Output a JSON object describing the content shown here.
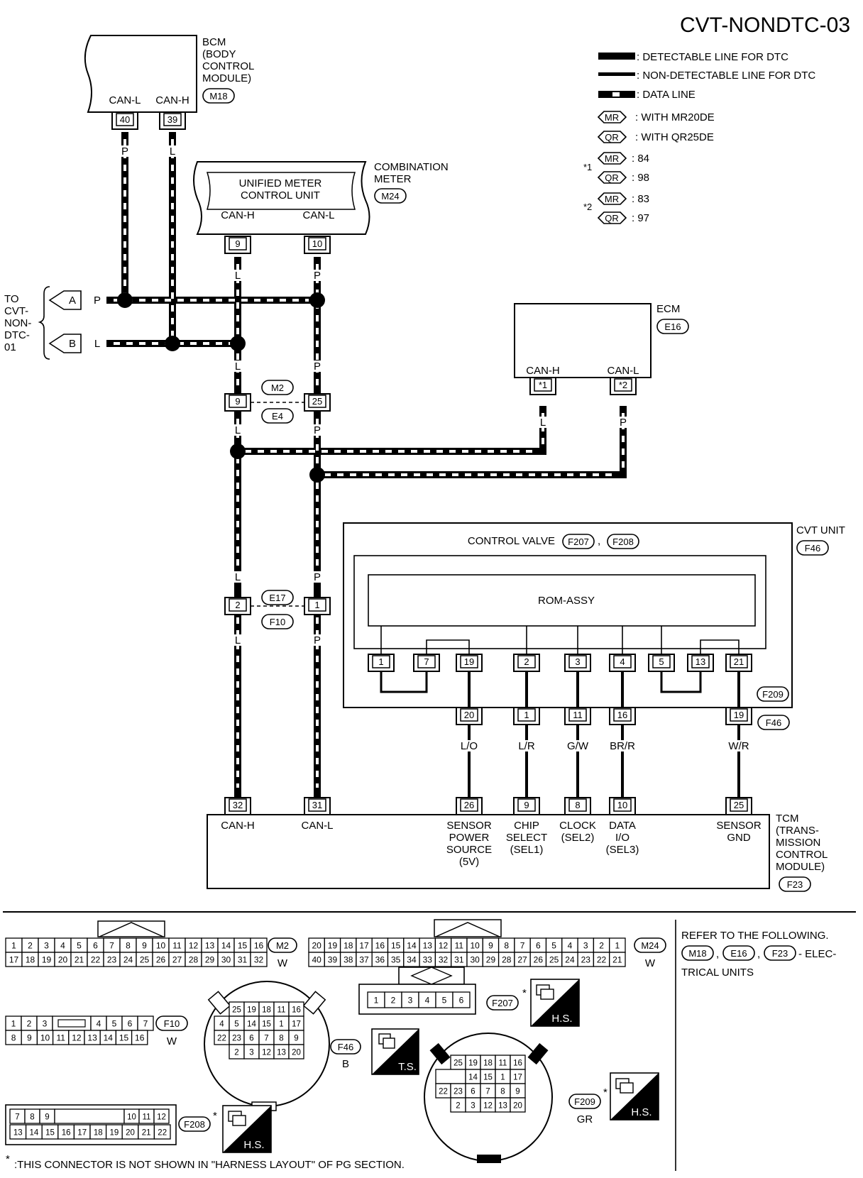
{
  "page_id": "CVT-NONDTC-03",
  "legend": {
    "detectable": ": DETECTABLE LINE FOR DTC",
    "non_detectable": ": NON-DETECTABLE LINE FOR DTC",
    "data_line": ": DATA LINE",
    "mr": {
      "badge": "MR",
      "text": ": WITH MR20DE"
    },
    "qr": {
      "badge": "QR",
      "text": ": WITH QR25DE"
    },
    "star1": {
      "mark": "*1",
      "mr": ": 84",
      "qr": ": 98"
    },
    "star2": {
      "mark": "*2",
      "mr": ": 83",
      "qr": ": 97"
    }
  },
  "bcm": {
    "title": [
      "BCM",
      "(BODY",
      "CONTROL",
      "MODULE)"
    ],
    "connector": "M18",
    "pins": [
      {
        "name": "CAN-L",
        "num": "40",
        "wire": "P"
      },
      {
        "name": "CAN-H",
        "num": "39",
        "wire": "L"
      }
    ]
  },
  "combination_meter": {
    "title": [
      "COMBINATION",
      "METER"
    ],
    "connector": "M24",
    "inner": [
      "UNIFIED METER",
      "CONTROL UNIT"
    ],
    "pins": [
      {
        "name": "CAN-H",
        "num": "9",
        "wire": "L"
      },
      {
        "name": "CAN-L",
        "num": "10",
        "wire": "P"
      }
    ]
  },
  "to_section": {
    "text": [
      "TO",
      "CVT-",
      "NON-",
      "DTC-",
      "01"
    ],
    "a": {
      "badge": "A",
      "wire": "P"
    },
    "b": {
      "badge": "B",
      "wire": "L"
    }
  },
  "junction_m2_e4": {
    "c1": "M2",
    "c2": "E4",
    "left": "9",
    "right": "25",
    "wire_l": "L",
    "wire_r": "P"
  },
  "junction_e17_f10": {
    "c1": "E17",
    "c2": "F10",
    "left": "2",
    "right": "1",
    "wire_l": "L",
    "wire_r": "P"
  },
  "ecm": {
    "title": "ECM",
    "connector": "E16",
    "pins": [
      {
        "name": "CAN-H",
        "num": "*1",
        "wire": "L"
      },
      {
        "name": "CAN-L",
        "num": "*2",
        "wire": "P"
      }
    ]
  },
  "cvt_unit": {
    "title": "CVT UNIT",
    "connector": "F46",
    "control_valve": "CONTROL VALVE",
    "cv_conn1": "F207",
    "cv_conn2": "F208",
    "comma": ",",
    "rom": "ROM-ASSY",
    "inner_pins": [
      "1",
      "7",
      "19",
      "2",
      "3",
      "4",
      "5",
      "13",
      "21"
    ],
    "f209": "F209",
    "outer_pins": [
      "20",
      "1",
      "11",
      "16",
      "19"
    ],
    "outer_conn": "F46"
  },
  "wires_lower": [
    {
      "color": "L/O",
      "tcm_pin": "26",
      "label": [
        "SENSOR",
        "POWER",
        "SOURCE",
        "(5V)"
      ]
    },
    {
      "color": "L/R",
      "tcm_pin": "9",
      "label": [
        "CHIP",
        "SELECT",
        "(SEL1)"
      ]
    },
    {
      "color": "G/W",
      "tcm_pin": "8",
      "label": [
        "CLOCK",
        "(SEL2)"
      ]
    },
    {
      "color": "BR/R",
      "tcm_pin": "10",
      "label": [
        "DATA",
        "I/O",
        "(SEL3)"
      ]
    },
    {
      "color": "W/R",
      "tcm_pin": "25",
      "label": [
        "SENSOR",
        "GND"
      ]
    }
  ],
  "tcm": {
    "title": [
      "TCM",
      "(TRANS-",
      "MISSION",
      "CONTROL",
      "MODULE)"
    ],
    "connector": "F23",
    "can": [
      {
        "name": "CAN-H",
        "num": "32",
        "wire": "L"
      },
      {
        "name": "CAN-L",
        "num": "31",
        "wire": "P"
      }
    ]
  },
  "connectors": {
    "m2": {
      "id": "M2",
      "color": "W",
      "row1": [
        "1",
        "2",
        "3",
        "4",
        "5",
        "6",
        "7",
        "8",
        "9",
        "10",
        "11",
        "12",
        "13",
        "14",
        "15",
        "16"
      ],
      "row2": [
        "17",
        "18",
        "19",
        "20",
        "21",
        "22",
        "23",
        "24",
        "25",
        "26",
        "27",
        "28",
        "29",
        "30",
        "31",
        "32"
      ]
    },
    "m24": {
      "id": "M24",
      "color": "W",
      "row1": [
        "20",
        "19",
        "18",
        "17",
        "16",
        "15",
        "14",
        "13",
        "12",
        "11",
        "10",
        "9",
        "8",
        "7",
        "6",
        "5",
        "4",
        "3",
        "2",
        "1"
      ],
      "row2": [
        "40",
        "39",
        "38",
        "37",
        "36",
        "35",
        "34",
        "33",
        "32",
        "31",
        "30",
        "29",
        "28",
        "27",
        "26",
        "25",
        "24",
        "23",
        "22",
        "21"
      ]
    },
    "f10": {
      "id": "F10",
      "color": "W",
      "row1": [
        "1",
        "2",
        "3",
        "4",
        "5",
        "6",
        "7"
      ],
      "row2": [
        "8",
        "9",
        "10",
        "11",
        "12",
        "13",
        "14",
        "15",
        "16"
      ]
    },
    "f46": {
      "id": "F46",
      "color": "B",
      "rows": [
        [
          "25",
          "19",
          "18",
          "11",
          "16"
        ],
        [
          "4",
          "5",
          "14",
          "15",
          "1",
          "17"
        ],
        [
          "22",
          "23",
          "6",
          "7",
          "8",
          "9"
        ],
        [
          "2",
          "3",
          "12",
          "13",
          "20"
        ]
      ]
    },
    "f207": {
      "id": "F207",
      "pins": [
        "1",
        "2",
        "3",
        "4",
        "5",
        "6"
      ]
    },
    "f209": {
      "id": "F209",
      "color": "GR",
      "rows": [
        [
          "25",
          "19",
          "18",
          "11",
          "16"
        ],
        [
          "14",
          "15",
          "1",
          "17"
        ],
        [
          "22",
          "23",
          "6",
          "7",
          "8",
          "9"
        ],
        [
          "2",
          "3",
          "12",
          "13",
          "20"
        ]
      ]
    },
    "f208": {
      "id": "F208",
      "row1": [
        "7",
        "8",
        "9",
        "10",
        "11",
        "12"
      ],
      "row2": [
        "13",
        "14",
        "15",
        "16",
        "17",
        "18",
        "19",
        "20",
        "21",
        "22"
      ]
    },
    "ts": "T.S.",
    "hs": "H.S.",
    "star": "*"
  },
  "refer": {
    "text1": "REFER TO THE FOLLOWING.",
    "c1": "M18",
    "c2": "E16",
    "c3": "F23",
    "comma": ",",
    "text2": "- ELEC-",
    "text3": "TRICAL UNITS"
  },
  "footnote": {
    "mark": "*",
    "text": ":THIS CONNECTOR IS NOT SHOWN IN \"HARNESS LAYOUT\" OF PG SECTION."
  }
}
